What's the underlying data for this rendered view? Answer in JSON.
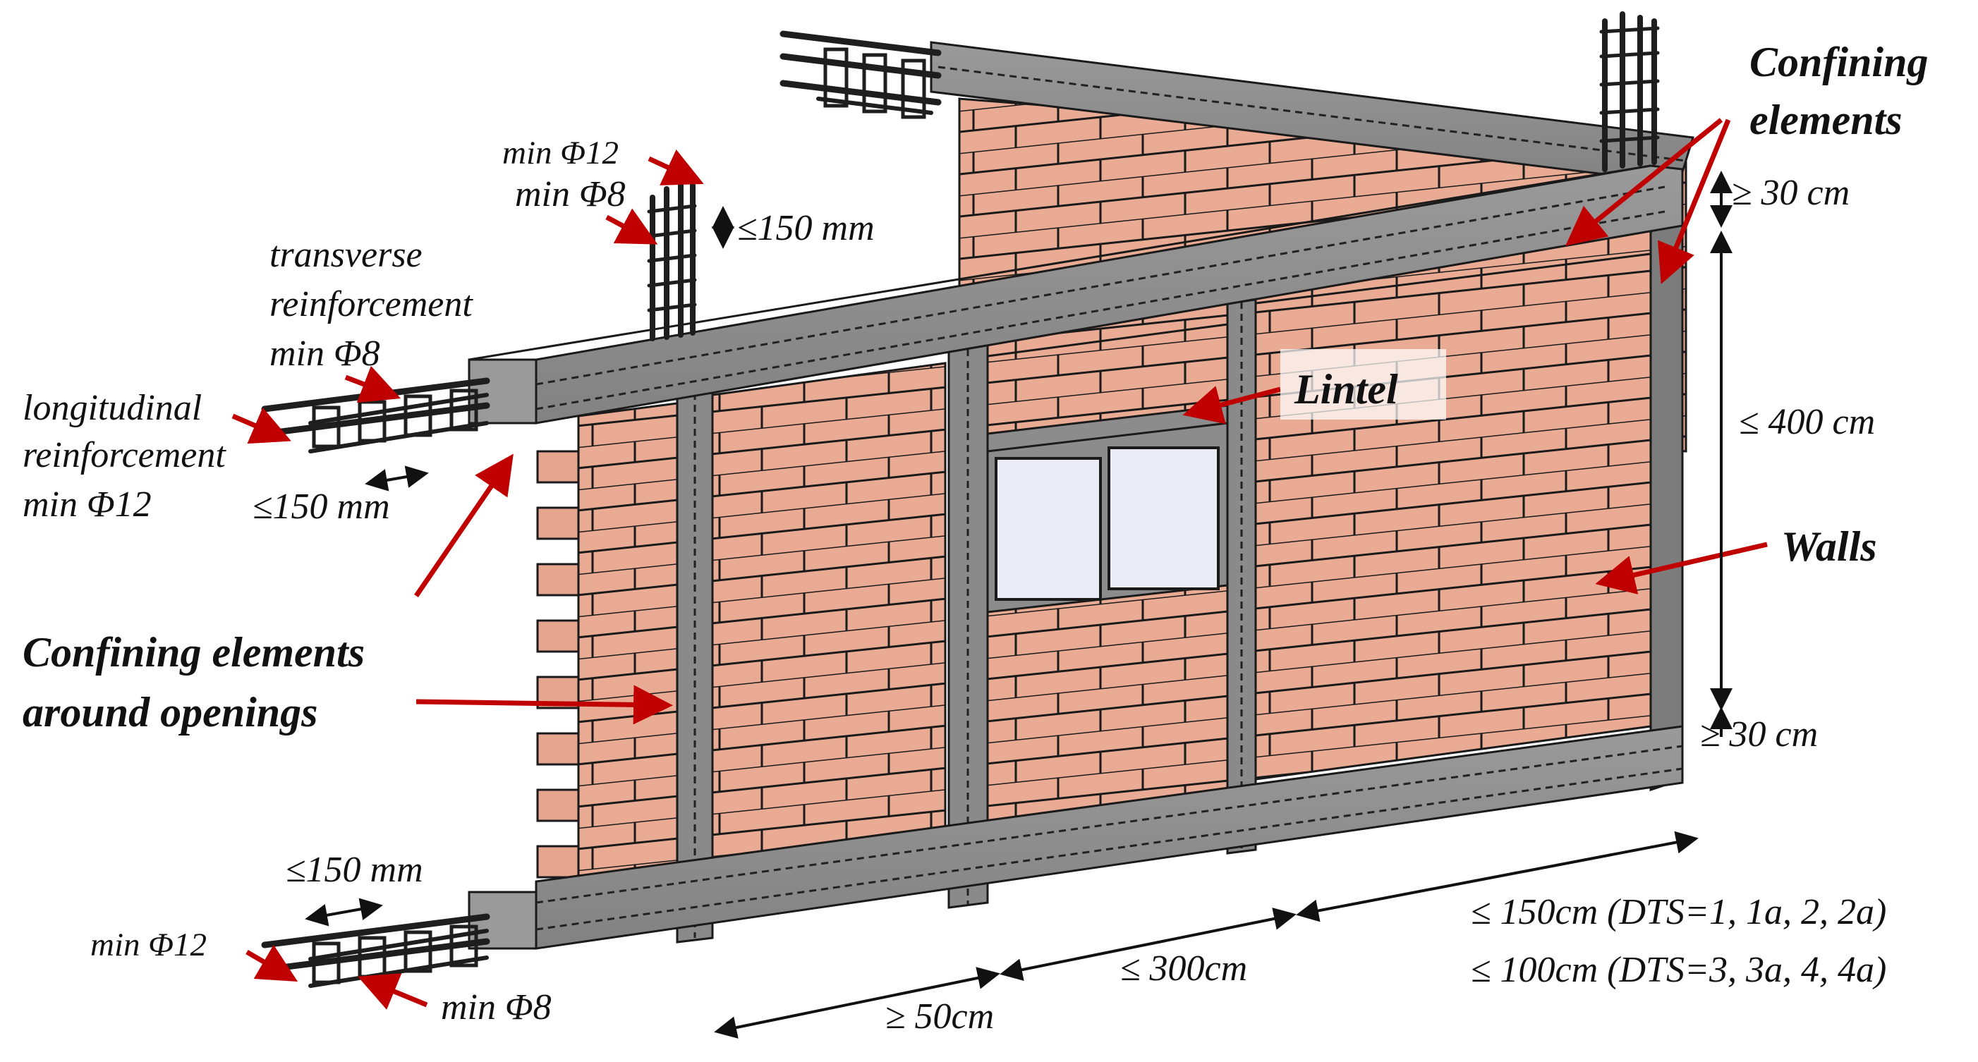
{
  "labels": {
    "confining_elements": [
      "Confining",
      "elements"
    ],
    "confining_openings": [
      "Confining elements",
      "around openings"
    ],
    "lintel": "Lintel",
    "walls": "Walls",
    "longitudinal_reinforcement": [
      "longitudinal",
      "reinforcement",
      "min Φ12"
    ],
    "transverse_reinforcement": [
      "transverse",
      "reinforcement",
      "min Φ8"
    ],
    "top_min_phi12": "min Φ12",
    "top_min_phi8": "min Φ8",
    "top_spacing": "≤150 mm",
    "left_spacing": "≤150 mm",
    "bottom_spacing": "≤150 mm",
    "bottom_min_phi12": "min Φ12",
    "bottom_min_phi8": "min Φ8",
    "beam_depth_top": "≥ 30 cm",
    "wall_height": "≤ 400 cm",
    "beam_depth_bottom": "≥ 30 cm",
    "dim_50": "≥ 50cm",
    "dim_300": "≤ 300cm",
    "dim_150": "≤ 150cm (DTS=1, 1a, 2, 2a)",
    "dim_100": "≤ 100cm (DTS=3, 3a, 4, 4a)"
  },
  "colors": {
    "brick": "#e5a58e",
    "brick_mortar": "#1a1a1a",
    "concrete": "#8c8c8c",
    "concrete_dark": "#6f6f6f",
    "rebar": "#1e1e1e",
    "window_glass": "#ebebf5",
    "arrow": "#c00000"
  }
}
